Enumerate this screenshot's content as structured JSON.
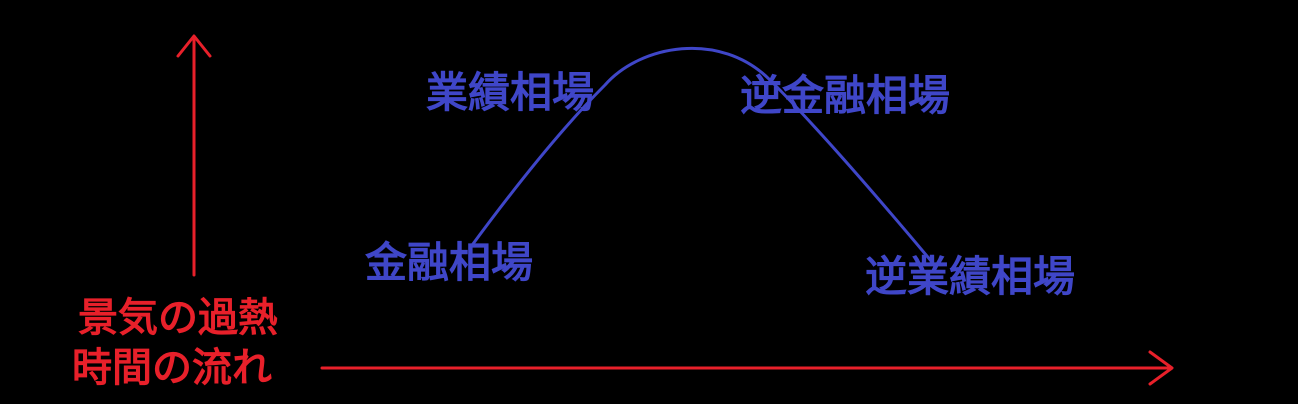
{
  "colors": {
    "background": "#000000",
    "curve": "#3f46c8",
    "phase_text": "#3f46c8",
    "axis": "#e8202a",
    "axis_text": "#e8202a"
  },
  "phases": {
    "financial": "金融相場",
    "earnings": "業績相場",
    "reverse_financial": "逆金融相場",
    "reverse_earnings": "逆業績相場"
  },
  "axes": {
    "vertical_label": "景気の過熱",
    "horizontal_label": "時間の流れ"
  }
}
